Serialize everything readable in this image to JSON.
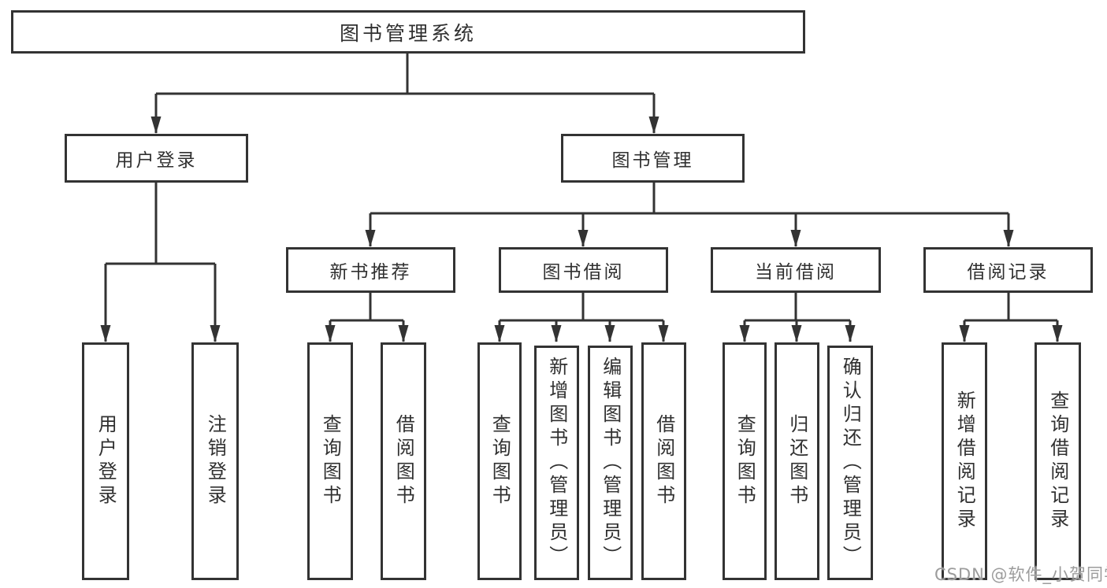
{
  "tree": {
    "root": {
      "label": "图书管理系统"
    },
    "children": [
      {
        "label": "用户登录",
        "children": [
          {
            "label": "用户登录"
          },
          {
            "label": "注销登录"
          }
        ]
      },
      {
        "label": "图书管理",
        "children": [
          {
            "label": "新书推荐",
            "children": [
              {
                "label": "查询图书"
              },
              {
                "label": "借阅图书"
              }
            ]
          },
          {
            "label": "图书借阅",
            "children": [
              {
                "label": "查询图书"
              },
              {
                "label": "新增图书（管理员）"
              },
              {
                "label": "编辑图书（管理员）"
              },
              {
                "label": "借阅图书"
              }
            ]
          },
          {
            "label": "当前借阅",
            "children": [
              {
                "label": "查询图书"
              },
              {
                "label": "归还图书"
              },
              {
                "label": "确认归还（管理员）"
              }
            ]
          },
          {
            "label": "借阅记录",
            "children": [
              {
                "label": "新增借阅记录"
              },
              {
                "label": "查询借阅记录"
              }
            ]
          }
        ]
      }
    ]
  },
  "watermark": {
    "text": "CSDN @软件_小贺同学"
  },
  "colors": {
    "line": "#333333",
    "text": "#303030",
    "watermark": "#9c9c9c",
    "background": "#ffffff"
  }
}
